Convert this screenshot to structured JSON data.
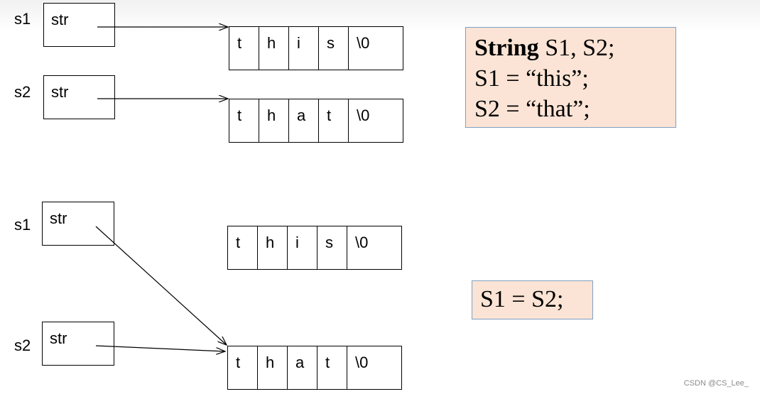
{
  "top": {
    "s1": {
      "label": "s1",
      "box_text": "str",
      "array": [
        "t",
        "h",
        "i",
        "s",
        "\\0"
      ]
    },
    "s2": {
      "label": "s2",
      "box_text": "str",
      "array": [
        "t",
        "h",
        "a",
        "t",
        "\\0"
      ]
    }
  },
  "bottom": {
    "s1": {
      "label": "s1",
      "box_text": "str",
      "array": [
        "t",
        "h",
        "i",
        "s",
        "\\0"
      ]
    },
    "s2": {
      "label": "s2",
      "box_text": "str",
      "array": [
        "t",
        "h",
        "a",
        "t",
        "\\0"
      ]
    }
  },
  "code_top": {
    "line1_keyword": "String",
    "line1_rest": " S1, S2;",
    "line2": "S1 = “this”;",
    "line3": "S2 = “that”;"
  },
  "code_bottom": {
    "line1": "S1 = S2;"
  },
  "watermark": "CSDN @CS_Lee_",
  "colors": {
    "code_fill": "#fbe4d5",
    "code_border": "#7f9fc4"
  }
}
